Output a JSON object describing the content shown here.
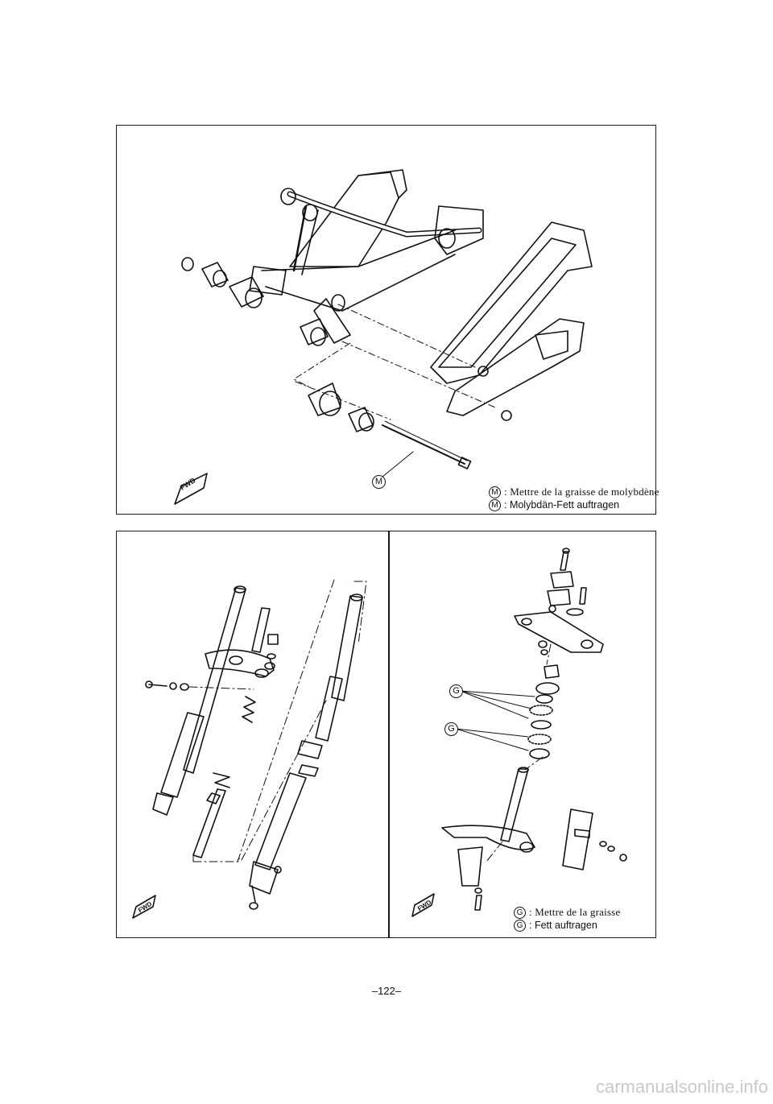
{
  "top_panel": {
    "callout_m": "M",
    "fwd_label": "FWD",
    "legend": [
      {
        "symbol": "M",
        "text": ": Mettre de la graisse de molybdène"
      },
      {
        "symbol": "M",
        "text": ": Molybdän-Fett auftragen"
      }
    ]
  },
  "bottom_left_panel": {
    "fwd_label": "FWD"
  },
  "bottom_right_panel": {
    "callouts": [
      "G",
      "G"
    ],
    "fwd_label": "FWD",
    "legend": [
      {
        "symbol": "G",
        "text": ": Mettre de la graisse"
      },
      {
        "symbol": "G",
        "text": ": Fett auftragen"
      }
    ]
  },
  "page_number": "–122–",
  "watermark": "carmanualsonline.info"
}
